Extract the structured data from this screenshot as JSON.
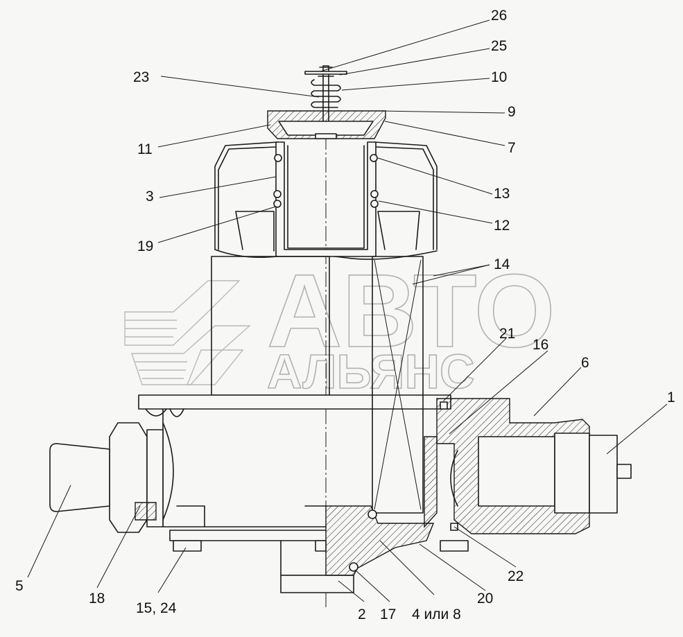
{
  "watermark": {
    "line1": "АВТО",
    "line2": "АЛЬЯНС"
  },
  "callouts": [
    {
      "id": "c26",
      "text": "26"
    },
    {
      "id": "c25",
      "text": "25"
    },
    {
      "id": "c10",
      "text": "10"
    },
    {
      "id": "c9",
      "text": "9"
    },
    {
      "id": "c7",
      "text": "7"
    },
    {
      "id": "c23",
      "text": "23"
    },
    {
      "id": "c11",
      "text": "11"
    },
    {
      "id": "c3",
      "text": "3"
    },
    {
      "id": "c13",
      "text": "13"
    },
    {
      "id": "c12",
      "text": "12"
    },
    {
      "id": "c19",
      "text": "19"
    },
    {
      "id": "c14",
      "text": "14"
    },
    {
      "id": "c21",
      "text": "21"
    },
    {
      "id": "c16",
      "text": "16"
    },
    {
      "id": "c6",
      "text": "6"
    },
    {
      "id": "c1",
      "text": "1"
    },
    {
      "id": "c5",
      "text": "5"
    },
    {
      "id": "c18",
      "text": "18"
    },
    {
      "id": "c15_24",
      "text": "15, 24"
    },
    {
      "id": "c2",
      "text": "2"
    },
    {
      "id": "c17",
      "text": "17"
    },
    {
      "id": "c4_8",
      "text": "4 или 8"
    },
    {
      "id": "c20",
      "text": "20"
    },
    {
      "id": "c22",
      "text": "22"
    }
  ]
}
